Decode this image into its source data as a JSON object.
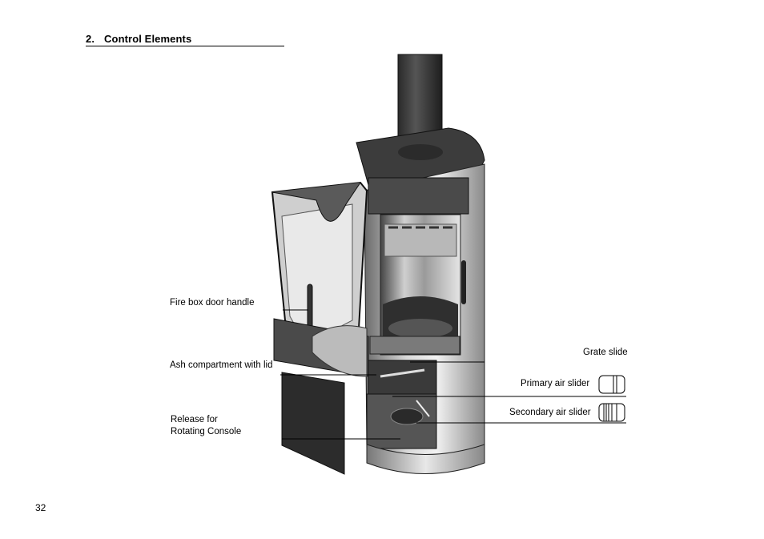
{
  "section": {
    "number": "2.",
    "title": "Control Elements"
  },
  "labels": {
    "fire_box_door_handle": "Fire box door handle",
    "ash_compartment": "Ash compartment with lid",
    "release_line1": "Release for",
    "release_line2": "Rotating Console",
    "grate_slide": "Grate slide",
    "primary_air_slider": "Primary air slider",
    "secondary_air_slider": "Secondary air slider"
  },
  "page_number": "32"
}
